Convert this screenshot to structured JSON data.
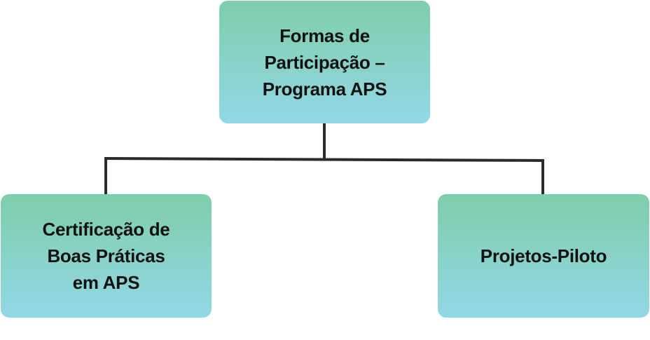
{
  "nodes": {
    "root": {
      "lines": [
        "Formas de",
        "Participação –",
        "Programa APS"
      ]
    },
    "left": {
      "lines": [
        "Certificação de",
        "Boas Práticas",
        "em APS"
      ]
    },
    "right": {
      "lines": [
        "Projetos-Piloto"
      ]
    }
  },
  "colors": {
    "box_top": "#7ecdaa",
    "box_bottom": "#93d8e6",
    "connector": "#2b2b2b",
    "text": "#111111"
  }
}
